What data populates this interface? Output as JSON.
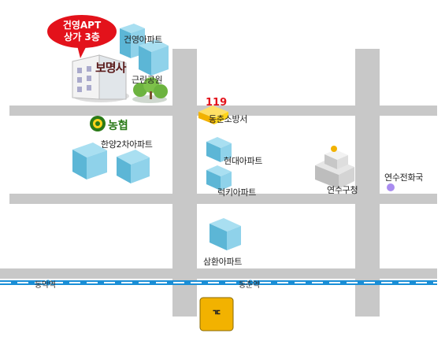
{
  "callout": {
    "line1": "건영APT",
    "line2": "상가 3층"
  },
  "target": {
    "name": "보명사"
  },
  "labels": {
    "geonyoung_apt": "건영아파트",
    "park": "근린공원",
    "fire_station": "동춘소방서",
    "nh_bank": "농협",
    "hanyang2_apt": "한양2차아파트",
    "hyundai_apt": "현대아파트",
    "lucky_apt": "럭키아파트",
    "yeonsu_office": "연수구청",
    "telephone_office": "연수전화국",
    "samhwan_apt": "삼환아파트"
  },
  "stations": {
    "west": "동막역",
    "east": "동춘역"
  },
  "colors": {
    "road": "#c8c8c8",
    "rail": "#1a8ed6",
    "building": "#7ecbe6",
    "callout": "#e3121b",
    "nh_green": "#2a7a17",
    "telephone_dot": "#a98cf0",
    "subway_sign": "#f2b200"
  },
  "icons": [
    "apartment-icon",
    "office-building-icon",
    "tree-icon",
    "fire-station-icon",
    "government-office-icon",
    "subway-sign-icon",
    "nh-logo-icon"
  ]
}
